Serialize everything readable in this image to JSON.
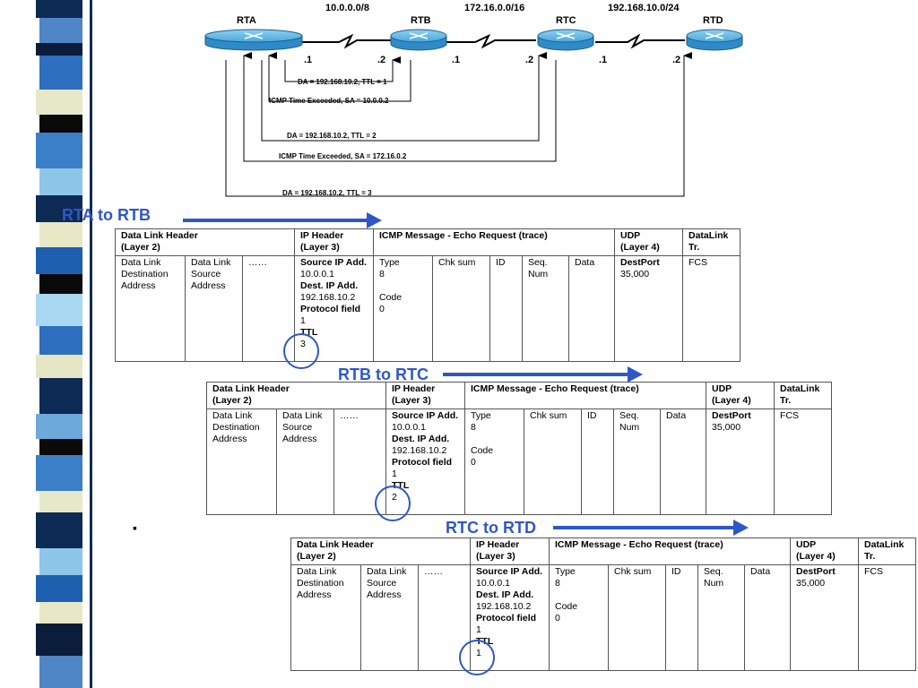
{
  "colors": {
    "accent": "#2f57c8",
    "router_body": "#3fa0d8",
    "stripe_dark": "#0d2a55"
  },
  "network": {
    "subnets": [
      "10.0.0.0/8",
      "172.16.0.0/16",
      "192.168.10.0/24"
    ],
    "routers": [
      "RTA",
      "RTB",
      "RTC",
      "RTD"
    ],
    "interfaces": [
      ".1",
      ".2",
      ".1",
      ".2",
      ".1",
      ".2"
    ],
    "traces": [
      "DA = 192.168.10.2,   TTL = 1",
      "ICMP Time Exceeded, SA =  10.0.0.2",
      "DA = 192.168.10.2,   TTL = 2",
      "ICMP Time Exceeded, SA =  172.16.0.2",
      "DA = 192.168.10.2,   TTL = 3"
    ]
  },
  "bullet": "▪",
  "packets": [
    {
      "title": "RTA to RTB",
      "header": {
        "dl": "Data Link Header\n(Layer 2)",
        "ip": "IP Header\n(Layer 3)",
        "icmp": "ICMP Message - Echo Request (trace)",
        "udp": "UDP\n(Layer 4)",
        "dlt": "DataLink\nTr."
      },
      "dl_dest": "Data Link Destination Address",
      "dl_src": "Data Link Source Address",
      "dl_more": "……",
      "src_label": "Source IP Add.",
      "src": "10.0.0.1",
      "dst_label": "Dest. IP Add.",
      "dst": "192.168.10.2",
      "proto_label": "Protocol field",
      "proto": "1",
      "ttl_label": "TTL",
      "ttl": "3",
      "type_label": "Type",
      "type": "8",
      "code_label": "Code",
      "code": "0",
      "chk": "Chk sum",
      "id": "ID",
      "seq": "Seq. Num",
      "data": "Data",
      "dport_label": "DestPort",
      "dport": "35,000",
      "fcs": "FCS"
    },
    {
      "title": "RTB to RTC",
      "header": {
        "dl": "Data Link Header\n(Layer 2)",
        "ip": "IP Header\n(Layer 3)",
        "icmp": "ICMP Message - Echo Request (trace)",
        "udp": "UDP\n(Layer 4)",
        "dlt": "DataLink\nTr."
      },
      "dl_dest": "Data Link Destination Address",
      "dl_src": "Data Link Source Address",
      "dl_more": "……",
      "src_label": "Source IP Add.",
      "src": "10.0.0.1",
      "dst_label": "Dest. IP Add.",
      "dst": "192.168.10.2",
      "proto_label": "Protocol field",
      "proto": "1",
      "ttl_label": "TTL",
      "ttl": "2",
      "type_label": "Type",
      "type": "8",
      "code_label": "Code",
      "code": "0",
      "chk": "Chk sum",
      "id": "ID",
      "seq": "Seq. Num",
      "data": "Data",
      "dport_label": "DestPort",
      "dport": "35,000",
      "fcs": "FCS"
    },
    {
      "title": "RTC to RTD",
      "header": {
        "dl": "Data Link Header\n(Layer 2)",
        "ip": "IP Header\n(Layer 3)",
        "icmp": "ICMP Message - Echo Request (trace)",
        "udp": "UDP\n(Layer 4)",
        "dlt": "DataLink\nTr."
      },
      "dl_dest": "Data Link Destination Address",
      "dl_src": "Data Link Source Address",
      "dl_more": "……",
      "src_label": "Source IP Add.",
      "src": "10.0.0.1",
      "dst_label": "Dest. IP Add.",
      "dst": "192.168.10.2",
      "proto_label": "Protocol field",
      "proto": "1",
      "ttl_label": "TTL",
      "ttl": "1",
      "type_label": "Type",
      "type": "8",
      "code_label": "Code",
      "code": "0",
      "chk": "Chk sum",
      "id": "ID",
      "seq": "Seq. Num",
      "data": "Data",
      "dport_label": "DestPort",
      "dport": "35,000",
      "fcs": "FCS"
    }
  ]
}
